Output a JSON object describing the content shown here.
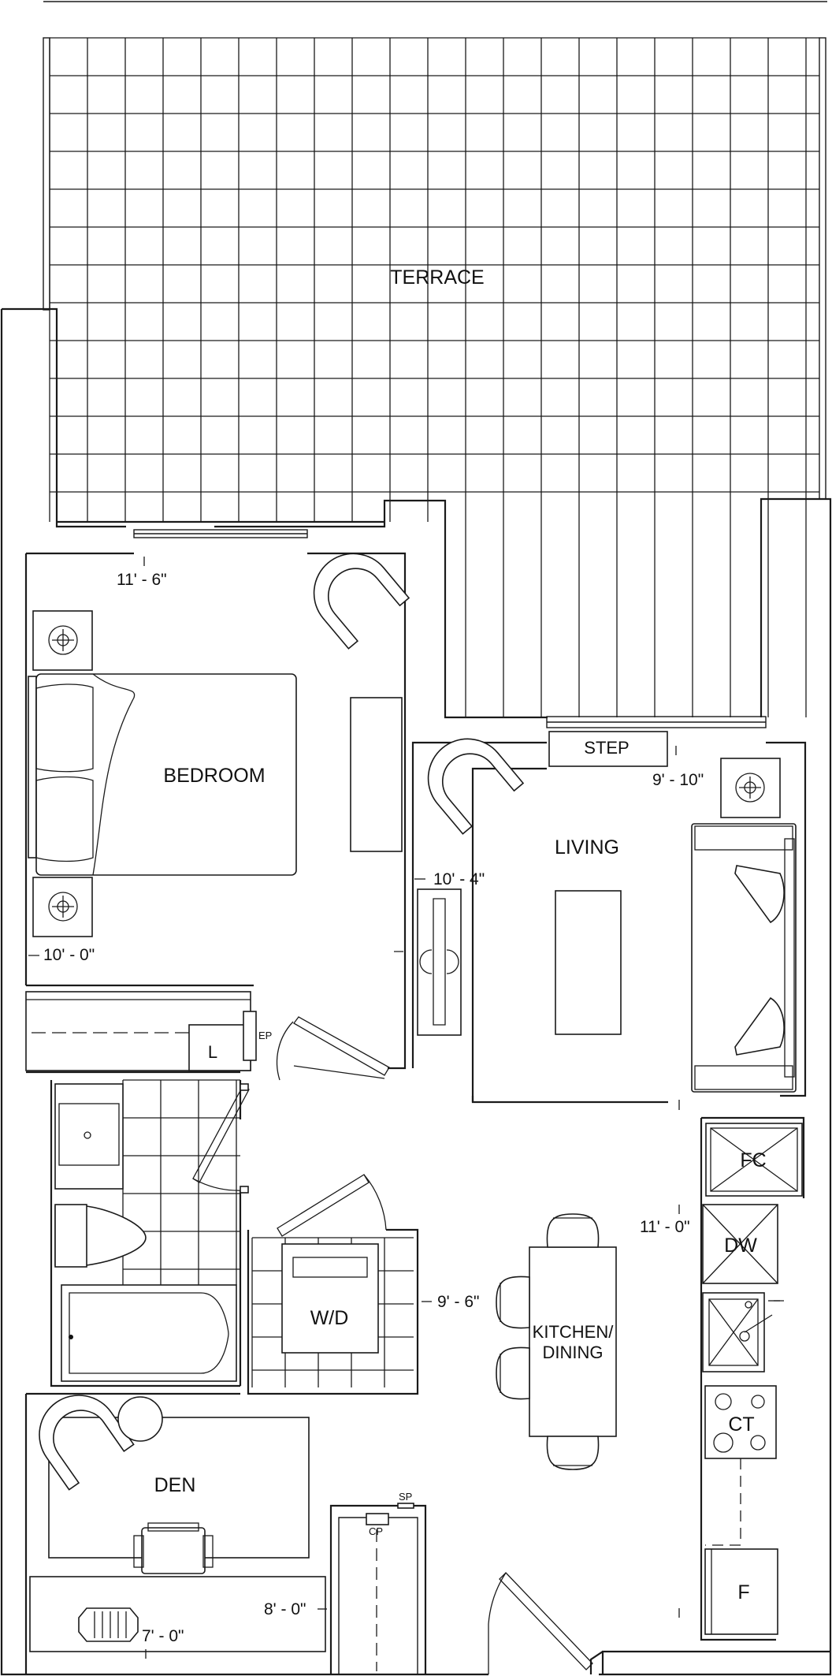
{
  "rooms": {
    "terrace": "TERRACE",
    "bedroom": "BEDROOM",
    "living": "LIVING",
    "den": "DEN",
    "kitchen_line1": "KITCHEN/",
    "kitchen_line2": "DINING",
    "step": "STEP"
  },
  "dimensions": {
    "bedroom_width": "11' - 6\"",
    "bedroom_depth": "10' - 0\"",
    "living_width": "9' - 10\"",
    "living_depth": "10' - 4\"",
    "kitchen_width": "11' - 0\"",
    "kitchen_depth": "9' - 6\"",
    "den_width": "8' - 0\"",
    "den_depth": "7' - 0\""
  },
  "fixtures": {
    "laundry": "W/D",
    "linen": "L",
    "electrical_panel": "EP",
    "fridge": "F",
    "cooktop": "CT",
    "dishwasher": "DW",
    "fan_coil": "FC",
    "coat_closet": "CP",
    "sprinkler": "SP"
  }
}
